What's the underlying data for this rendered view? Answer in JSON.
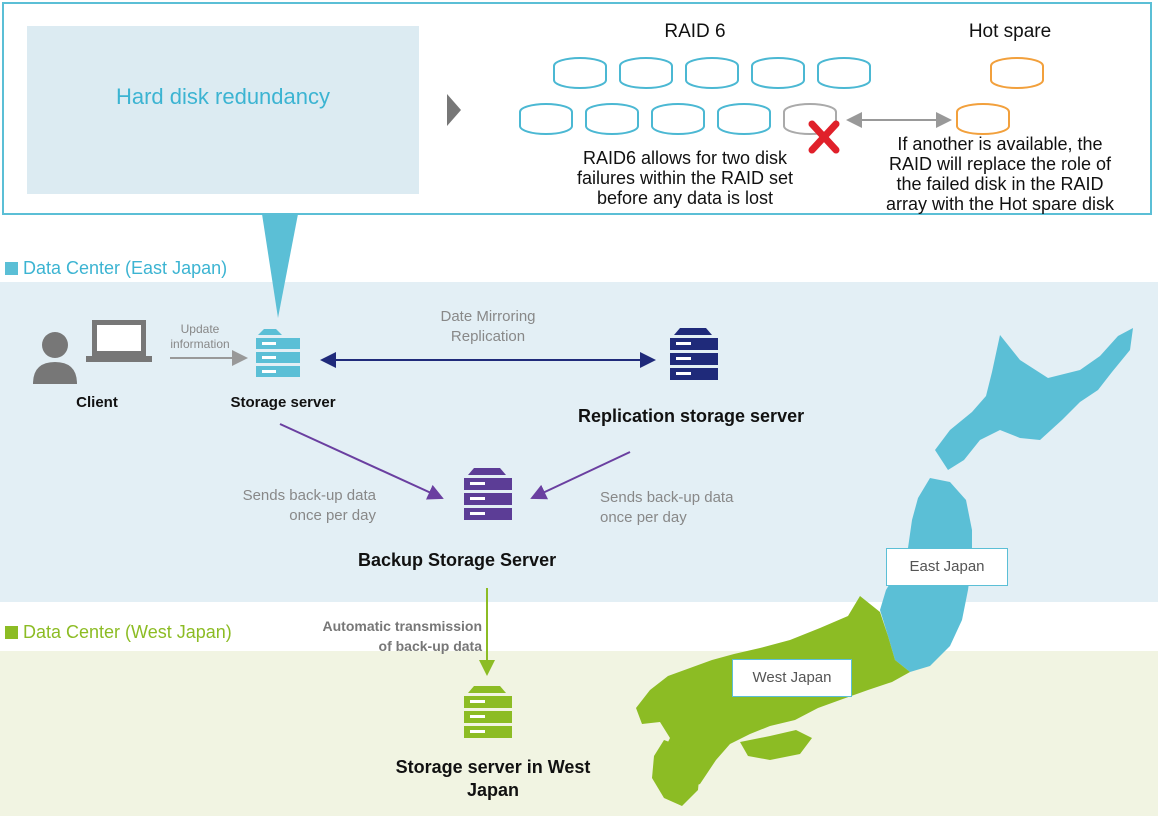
{
  "redundancy": {
    "title": "Hard disk redundancy",
    "raid_title": "RAID 6",
    "hot_spare_title": "Hot spare",
    "raid_note": [
      "RAID6 allows for two disk",
      "failures within the RAID set",
      "before any data is lost"
    ],
    "hot_spare_note": [
      "If another is available, the",
      "RAID will replace the role of",
      "the failed disk in the RAID",
      "array with the Hot spare disk"
    ]
  },
  "east": {
    "label": "Data Center (East Japan)",
    "client": "Client",
    "update_info": [
      "Update",
      "information"
    ],
    "storage_server": "Storage server",
    "mirroring": [
      "Date Mirroring",
      "Replication"
    ],
    "replication_server": "Replication storage server",
    "sends_left": [
      "Sends back-up data",
      "once per day"
    ],
    "sends_right": [
      "Sends back-up data",
      "once per day"
    ],
    "backup_server": "Backup Storage Server"
  },
  "west": {
    "label": "Data Center (West Japan)",
    "auto_transmission": [
      "Automatic transmission",
      "of back-up data"
    ],
    "storage_server": [
      "Storage server in West",
      "Japan"
    ]
  },
  "map": {
    "east_tag": "East Japan",
    "west_tag": "West Japan"
  },
  "colors": {
    "east_accent": "#5bbfd6",
    "west_accent": "#8cbc24",
    "replication": "#1f2a7a",
    "backup": "#5c3d96",
    "failed": "#e0202a",
    "hot_spare": "#f2a03c"
  }
}
